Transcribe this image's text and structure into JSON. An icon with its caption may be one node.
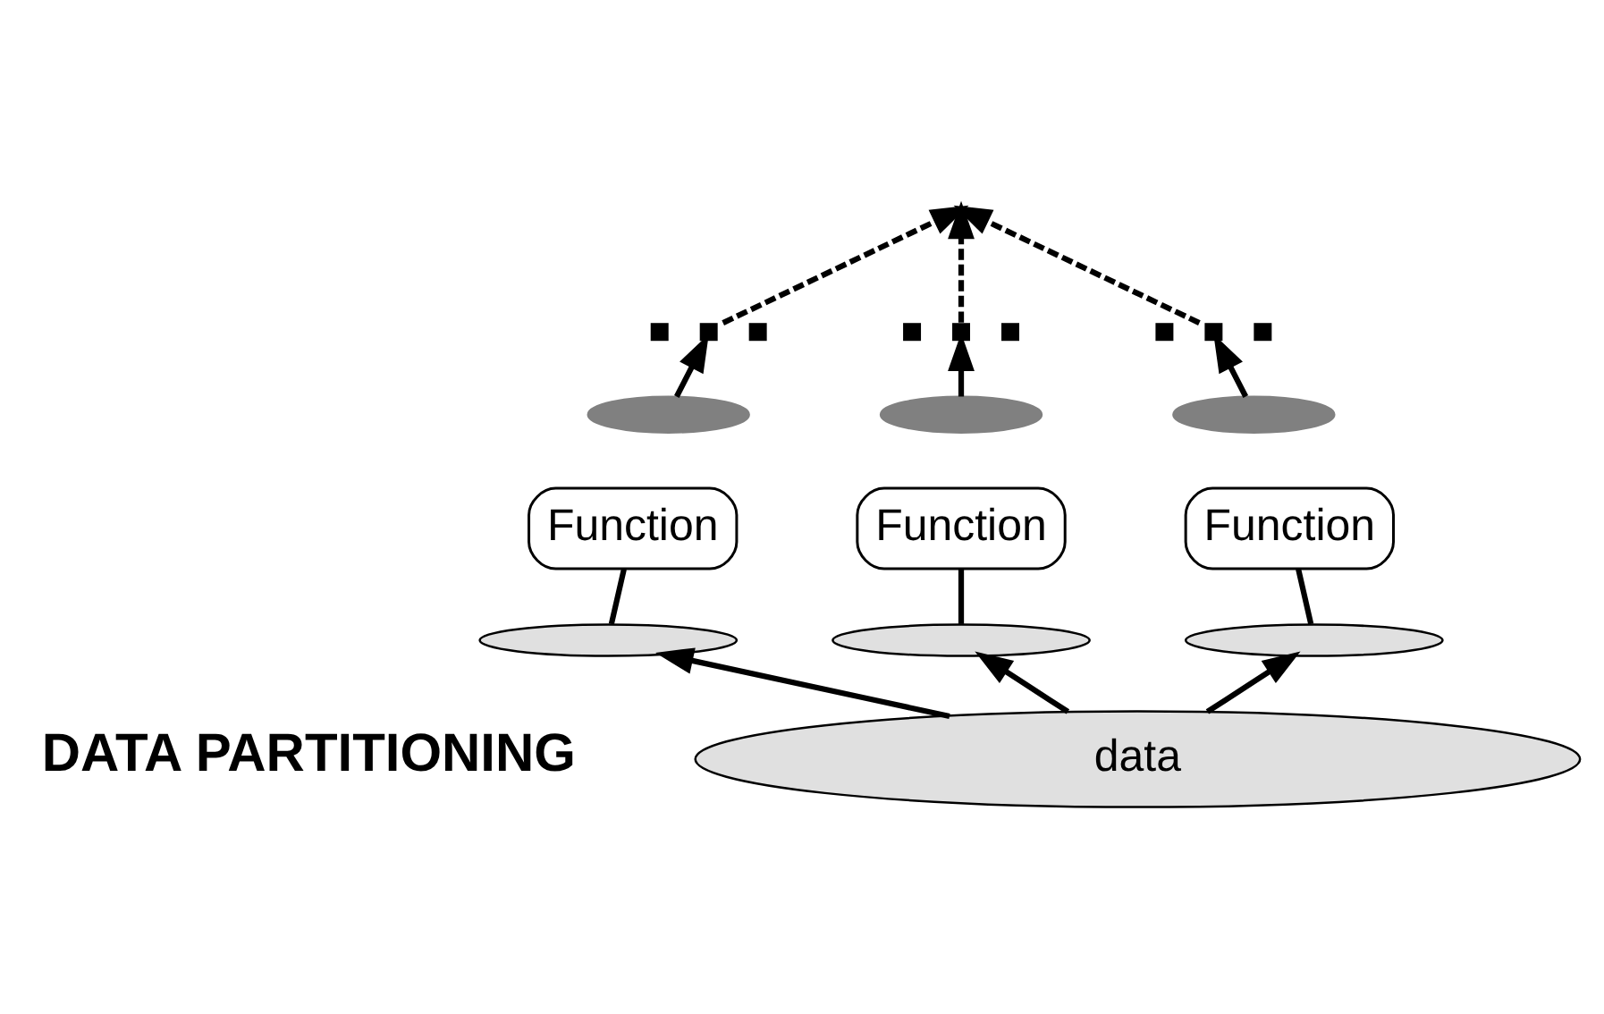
{
  "diagram": {
    "nodes": [
      {
        "text": [],
        "shape": "dots"
      },
      {
        "text": [],
        "shape": "dots"
      },
      {
        "text": [],
        "shape": "dots"
      },
      {
        "text": [],
        "shape": "ellipse"
      },
      {
        "text": [],
        "shape": "ellipse"
      },
      {
        "text": [],
        "shape": "ellipse"
      },
      {
        "text": [
          "Function"
        ]
      },
      {
        "text": [
          "Function"
        ]
      },
      {
        "text": [
          "Function"
        ]
      },
      {
        "text": [],
        "shape": "ellipse"
      },
      {
        "text": [],
        "shape": "ellipse"
      },
      {
        "text": [],
        "shape": "ellipse"
      },
      {
        "text": [
          "data"
        ]
      }
    ],
    "edges": [
      {
        "from": 0,
        "to": null,
        "arrow": "to",
        "style": "dashed"
      },
      {
        "from": 1,
        "to": null,
        "arrow": "to",
        "style": "dashed"
      },
      {
        "from": 2,
        "to": null,
        "arrow": "to",
        "style": "dashed"
      },
      {
        "from": 3,
        "to": 0,
        "arrow": "to"
      },
      {
        "from": 4,
        "to": 1,
        "arrow": "to"
      },
      {
        "from": 5,
        "to": 2,
        "arrow": "to"
      },
      {
        "from": 9,
        "to": 6,
        "arrow": "none"
      },
      {
        "from": 10,
        "to": 7,
        "arrow": "none"
      },
      {
        "from": 11,
        "to": 8,
        "arrow": "none"
      },
      {
        "from": 12,
        "to": 9,
        "arrow": "to"
      },
      {
        "from": 12,
        "to": 10,
        "arrow": "to"
      },
      {
        "from": 12,
        "to": 11,
        "arrow": "to"
      }
    ],
    "labels": [
      "DATA PARTITIONING"
    ]
  }
}
